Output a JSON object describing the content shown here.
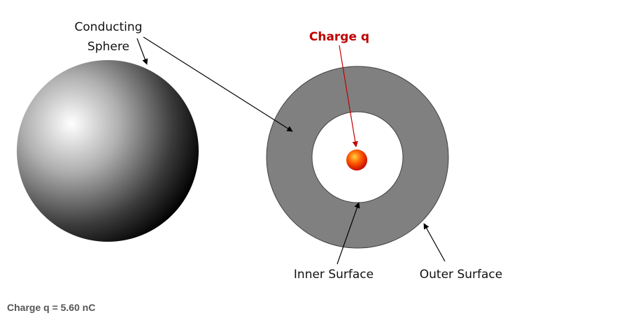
{
  "labels": {
    "conducting_line1": "Conducting",
    "conducting_line2": "Sphere",
    "charge": "Charge q",
    "inner_surface": "Inner Surface",
    "outer_surface": "Outer Surface"
  },
  "footer": {
    "charge_value": "Charge q = 5.60 nC"
  },
  "colors": {
    "shell": "#808080",
    "charge_label": "#c00000",
    "arrow_red": "#c00000",
    "arrow_black": "#000000"
  }
}
